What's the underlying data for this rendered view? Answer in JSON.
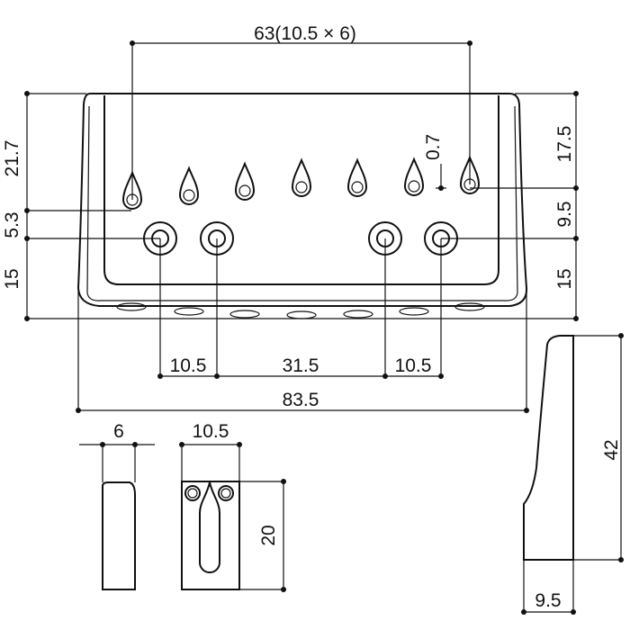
{
  "colors": {
    "ink": "#111111",
    "paper": "#ffffff"
  },
  "dimensions": {
    "spacing_top": "63(10.5 × 6)",
    "offset_small": "0.7",
    "height_total": "21.7",
    "height_top": "17.5",
    "height_mid_right": "9.5",
    "height_mid_left": "5.3",
    "height_bottom_left": "15",
    "height_bottom_right": "15",
    "bottom_left": "10.5",
    "bottom_center": "31.5",
    "bottom_right": "10.5",
    "overall_width": "83.5",
    "side_height": "42",
    "side_width": "9.5",
    "saddle_width": "6",
    "plate_width": "10.5",
    "plate_height": "20"
  }
}
